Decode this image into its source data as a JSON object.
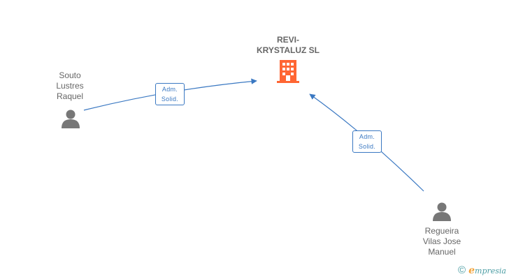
{
  "company": {
    "name_lines": [
      "REVI-",
      "KRYSTALUZ SL"
    ],
    "icon": "building-icon",
    "color": "#ff6633"
  },
  "persons": [
    {
      "name_lines": [
        "Souto",
        "Lustres",
        "Raquel"
      ],
      "icon": "person-icon"
    },
    {
      "name_lines": [
        "Regueira",
        "Vilas Jose",
        "Manuel"
      ],
      "icon": "person-icon"
    }
  ],
  "edges": [
    {
      "from": "Souto Lustres Raquel",
      "to": "REVI- KRYSTALUZ SL",
      "label_lines": [
        "Adm.",
        "Solid."
      ]
    },
    {
      "from": "Regueira Vilas Jose Manuel",
      "to": "REVI- KRYSTALUZ SL",
      "label_lines": [
        "Adm.",
        "Solid."
      ]
    }
  ],
  "colors": {
    "edge": "#3a78c2",
    "text": "#666666",
    "person": "#777777"
  },
  "watermark": {
    "symbol": "©",
    "brand_initial": "e",
    "brand_rest": "mpresia"
  }
}
